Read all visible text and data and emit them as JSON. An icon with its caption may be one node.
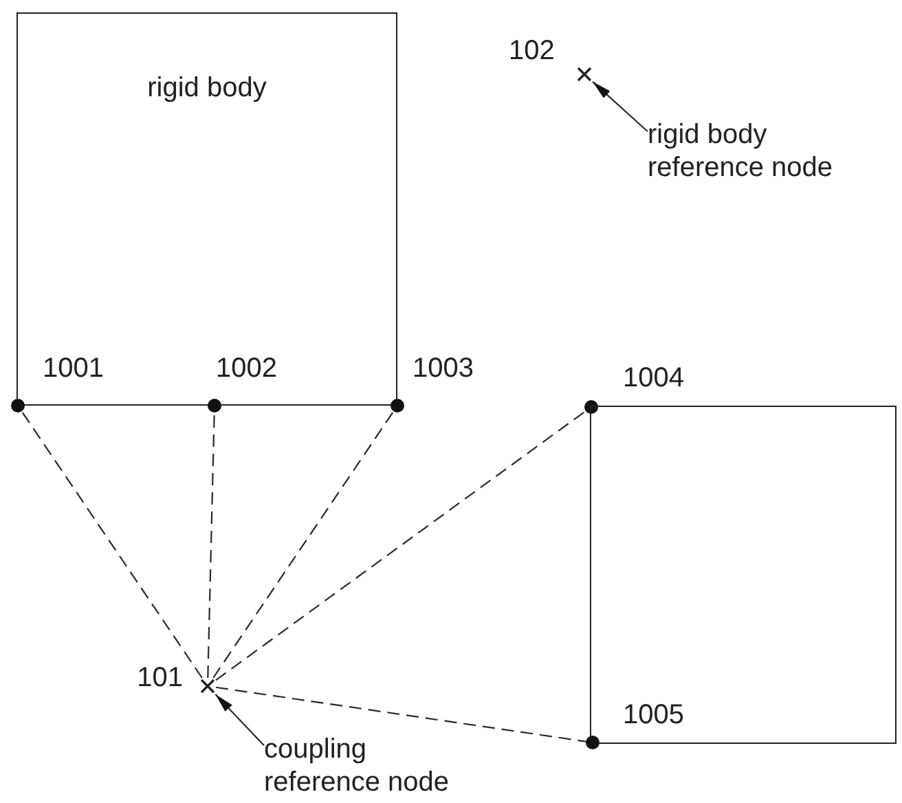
{
  "diagram": {
    "nodes": [
      {
        "text": [
          "rigid body"
        ]
      },
      {
        "text": [],
        "shape": "cross",
        "beside": [
          "102"
        ]
      },
      {
        "text": [
          "rigid body reference node"
        ]
      },
      {
        "text": [],
        "shape": "circle"
      },
      {
        "text": [],
        "shape": "circle"
      },
      {
        "text": [],
        "shape": "circle",
        "beside": [
          "1003"
        ]
      },
      {
        "text": [],
        "shape": "circle",
        "beside": [
          "1004"
        ]
      },
      {
        "text": [],
        "shape": "box"
      },
      {
        "text": [],
        "shape": "cross",
        "beside": [
          "101"
        ]
      },
      {
        "text": [],
        "shape": "circle"
      },
      {
        "text": [
          "coupling reference node"
        ]
      }
    ],
    "edges": [
      {
        "from": 2,
        "to": 1,
        "arrow": "to"
      },
      {
        "from": 10,
        "to": 8,
        "arrow": "to"
      },
      {
        "from": 8,
        "to": 3,
        "arrow": "none",
        "style": "dashed"
      },
      {
        "from": 8,
        "to": 4,
        "arrow": "none",
        "style": "dashed"
      },
      {
        "from": 8,
        "to": 5,
        "arrow": "none",
        "style": "dashed"
      },
      {
        "from": 8,
        "to": 6,
        "arrow": "none",
        "style": "dashed"
      },
      {
        "from": 8,
        "to": 9,
        "arrow": "none",
        "style": "dashed"
      }
    ],
    "labels": [
      "1001",
      "1002",
      "1005"
    ]
  }
}
